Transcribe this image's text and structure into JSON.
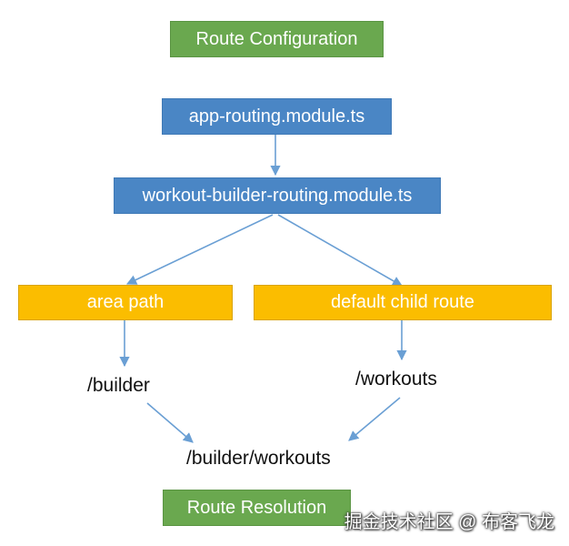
{
  "diagram": {
    "title": "Route Configuration",
    "app_routing": "app-routing.module.ts",
    "feature_routing": "workout-builder-routing.module.ts",
    "area_path": "area path",
    "default_child_route": "default child route",
    "builder_path": "/builder",
    "workouts_path": "/workouts",
    "resolved_path": "/builder/workouts",
    "footer": "Route Resolution"
  },
  "watermark": "掘金技术社区 @ 布客飞龙",
  "colors": {
    "green": "#6aa84f",
    "blue": "#4a86c5",
    "yellow": "#fbbd00",
    "arrow": "#6a9fd4"
  }
}
